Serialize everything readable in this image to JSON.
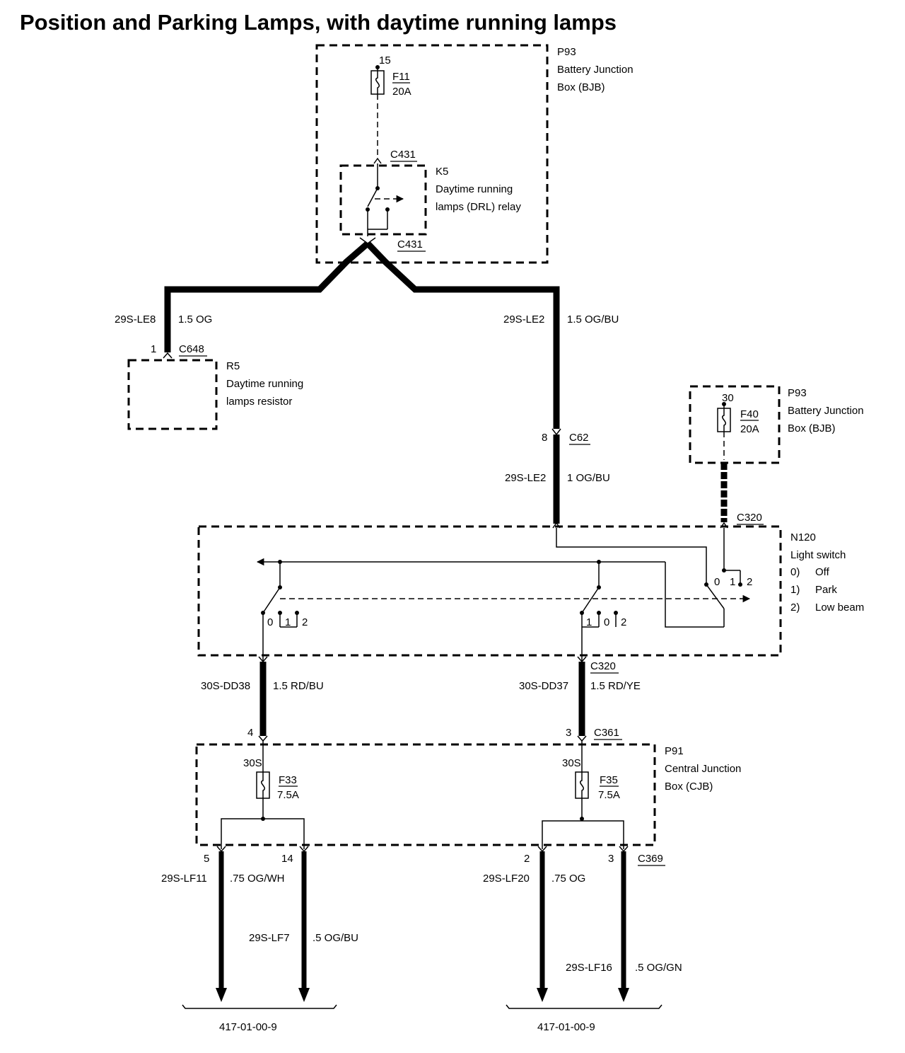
{
  "title": "Position and Parking Lamps, with daytime running lamps",
  "components": {
    "p93_top": {
      "id": "P93",
      "line1": "Battery Junction",
      "line2": "Box (BJB)",
      "pin": "15"
    },
    "f11": {
      "id": "F11",
      "rating": "20A"
    },
    "k5": {
      "id": "K5",
      "line1": "Daytime running",
      "line2": "lamps (DRL) relay"
    },
    "r5": {
      "id": "R5",
      "line1": "Daytime running",
      "line2": "lamps resistor"
    },
    "p93_right": {
      "id": "P93",
      "line1": "Battery Junction",
      "line2": "Box (BJB)",
      "pin": "30"
    },
    "f40": {
      "id": "F40",
      "rating": "20A"
    },
    "n120": {
      "id": "N120",
      "name": "Light switch",
      "positions": [
        {
          "num": "0)",
          "label": "Off"
        },
        {
          "num": "1)",
          "label": "Park"
        },
        {
          "num": "2)",
          "label": "Low beam"
        }
      ],
      "switch_left_labels": [
        "0",
        "1",
        "2"
      ],
      "switch_mid_labels": [
        "1",
        "0",
        "2"
      ],
      "switch_right_labels": [
        "0",
        "1",
        "2"
      ]
    },
    "p91": {
      "id": "P91",
      "line1": "Central Junction",
      "line2": "Box (CJB)",
      "pin_left": "30S",
      "pin_right": "30S"
    },
    "f33": {
      "id": "F33",
      "rating": "7.5A"
    },
    "f35": {
      "id": "F35",
      "rating": "7.5A"
    }
  },
  "connectors": {
    "c431_top": "C431",
    "c431_bottom": "C431",
    "c648": "C648",
    "c648_pin": "1",
    "c62": "C62",
    "c62_pin": "8",
    "c320_top": "C320",
    "c320_bottom": "C320",
    "c361": "C361",
    "c361_pin_left": "4",
    "c361_pin_right": "3",
    "c369": "C369",
    "c369_pins": [
      "5",
      "14",
      "2",
      "3"
    ]
  },
  "wires": [
    {
      "circuit": "29S-LE8",
      "spec": "1.5 OG"
    },
    {
      "circuit": "29S-LE2",
      "spec": "1.5 OG/BU"
    },
    {
      "circuit": "29S-LE2",
      "spec": "1 OG/BU"
    },
    {
      "circuit": "30S-DD38",
      "spec": "1.5 RD/BU"
    },
    {
      "circuit": "30S-DD37",
      "spec": "1.5 RD/YE"
    },
    {
      "circuit": "29S-LF11",
      "spec": ".75 OG/WH"
    },
    {
      "circuit": "29S-LF7",
      "spec": ".5 OG/BU"
    },
    {
      "circuit": "29S-LF20",
      "spec": ".75 OG"
    },
    {
      "circuit": "29S-LF16",
      "spec": ".5 OG/GN"
    }
  ],
  "references": [
    "417-01-00-9",
    "417-01-00-9"
  ]
}
